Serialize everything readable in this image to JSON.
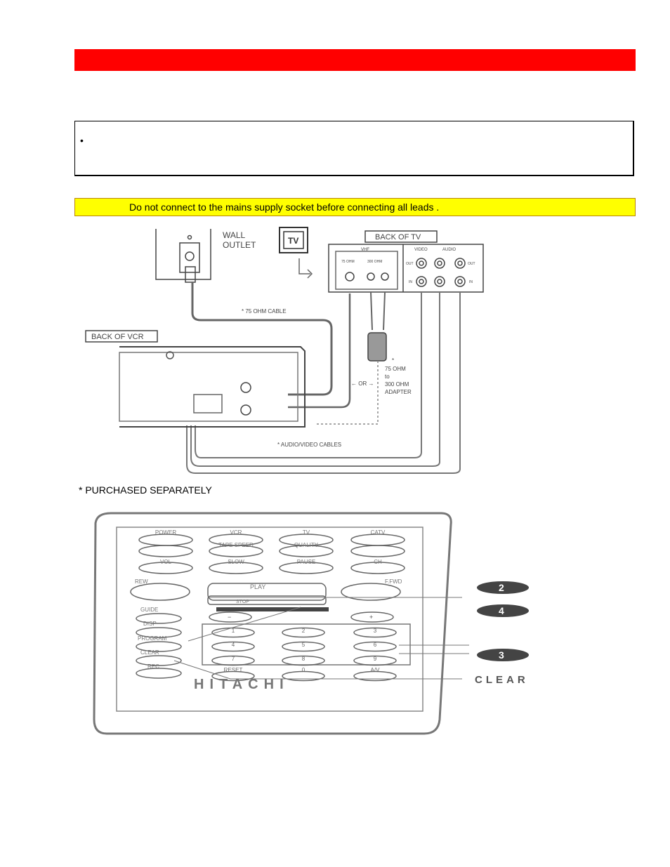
{
  "header": {
    "bar_color": "#ff0000"
  },
  "note": {
    "bullet": "•"
  },
  "warning": {
    "text": "Do not connect to the mains supply socket before connecting all leads .",
    "bg_color": "#ffff00"
  },
  "diagram": {
    "wall_outlet": "WALL\nOUTLET",
    "wall_outlet_line1": "WALL",
    "wall_outlet_line2": "OUTLET",
    "tv": "TV",
    "back_of_tv": "BACK OF TV",
    "back_of_vcr": "BACK OF VCR",
    "vhf": "VHF",
    "ohm75": "75 OHM",
    "ohm300": "300 OHM",
    "video": "VIDEO",
    "audio": "AUDIO",
    "out": "OUT",
    "in": "IN",
    "cable_label": "* 75 OHM CABLE",
    "or_label": "← OR →",
    "adapter_star": "*",
    "adapter_1": "75 OHM",
    "adapter_2": "to",
    "adapter_3": "300 OHM",
    "adapter_4": "ADAPTER",
    "av_cables": "* AUDIO/VIDEO CABLES"
  },
  "footnote": "* PURCHASED SEPARATELY",
  "remote": {
    "brand": "HITACHI",
    "row1": [
      "POWER",
      "VCR",
      "TV",
      "CATV"
    ],
    "row2": [
      "",
      "TAPE SPEED",
      "QUALITY",
      ""
    ],
    "row3": [
      "VOL",
      "SLOW",
      "PAUSE",
      "CH"
    ],
    "rew": "REW",
    "play": "PLAY",
    "ffwd": "F.FWD",
    "stop": "STOP",
    "guide": "GUIDE",
    "disp": "DISP",
    "program": "PROGRAM",
    "clear_btn": "CLEAR",
    "rec": "REC",
    "keypad": [
      "1",
      "2",
      "3",
      "4",
      "5",
      "6",
      "7",
      "8",
      "9",
      "RESET",
      "0",
      "A/V"
    ],
    "minus": "−",
    "plus": "+",
    "callouts": {
      "c1": "2",
      "c2": "4",
      "c3": "3",
      "c4": "CLEAR"
    }
  }
}
